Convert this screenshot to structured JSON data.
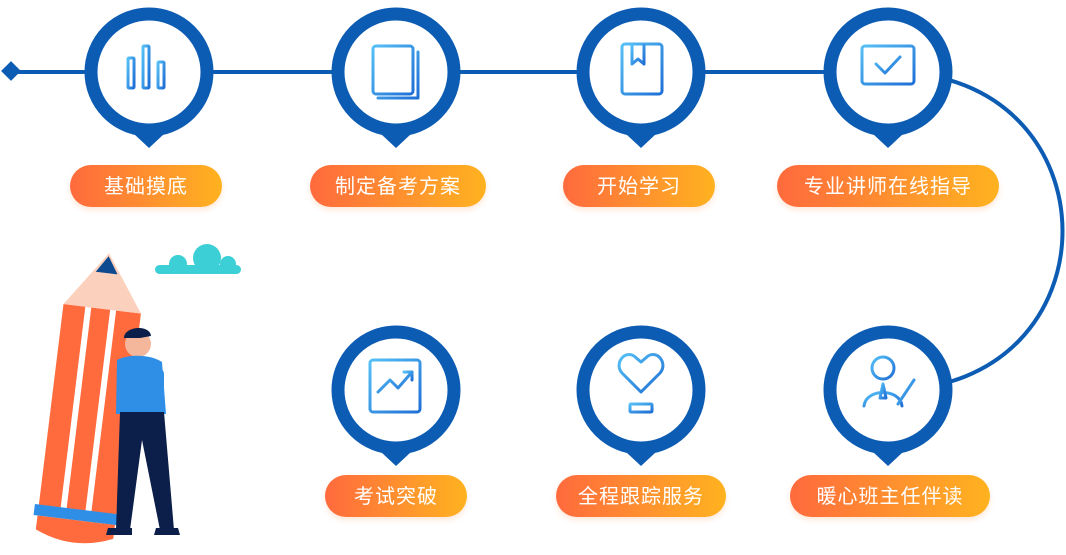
{
  "steps": {
    "top": [
      {
        "label": "基础摸底",
        "icon": "bar-chart-icon"
      },
      {
        "label": "制定备考方案",
        "icon": "document-list-icon"
      },
      {
        "label": "开始学习",
        "icon": "bookmark-book-icon"
      },
      {
        "label": "专业讲师在线指导",
        "icon": "monitor-check-icon"
      }
    ],
    "bottom": [
      {
        "label": "考试突破",
        "icon": "trend-chart-icon"
      },
      {
        "label": "全程跟踪服务",
        "icon": "heart-trophy-icon"
      },
      {
        "label": "暖心班主任伴读",
        "icon": "teacher-icon"
      }
    ]
  },
  "colors": {
    "primary_blue": "#0d5cb4",
    "icon_blue": "#2f8fe6",
    "pill_gradient_start": "#ff6a3d",
    "pill_gradient_end": "#ffb21f",
    "pencil_orange": "#ff6b3d",
    "cloud_teal": "#3ccfd6"
  }
}
